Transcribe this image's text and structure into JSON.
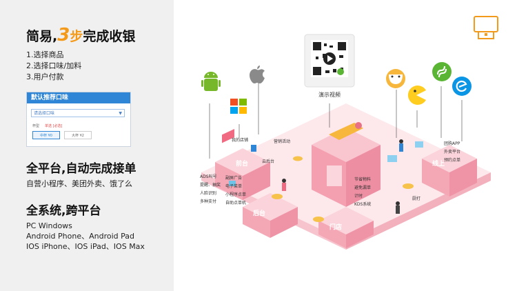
{
  "left": {
    "title1_prefix": "简易,",
    "title1_num": "3",
    "title1_unit": "步",
    "title1_suffix": "完成收银",
    "steps": [
      "1.选择商品",
      "2.选择口味/加料",
      "3.用户付款"
    ],
    "panel": {
      "title": "默认推荐口味",
      "select_placeholder": "请选择口味",
      "size_label": "杯型",
      "required_label": "单选 [必选]",
      "options": [
        "中杯 ¥0",
        "大杯 ¥2"
      ]
    },
    "title2": "全平台,自动完成接单",
    "sub2": "自营小程序、美团外卖、饿了么",
    "title3": "全系统,跨平台",
    "platforms": [
      "PC Windows",
      "Android Phone、Android Pad",
      "IOS iPhone、IOS iPad、IOS Max"
    ]
  },
  "illustration": {
    "qr_caption": "演示视频",
    "labels": {
      "my_store": "我的店铺",
      "marketing": "营销活动",
      "cloud_backend": "云后台",
      "ads_cluster": [
        "ADS叫号",
        "提醒、抽奖",
        "人脸识别",
        "多种支付"
      ],
      "screens": [
        "副屏广告",
        "电子菜单",
        "小程序点单",
        "自助点单机"
      ],
      "kitchen": [
        "节省物料",
        "避免漏单",
        "计时",
        "KDS系统"
      ],
      "print": "厨打",
      "apps": [
        "团购APP",
        "外卖平台",
        "预约点单"
      ],
      "front": "前台",
      "mid": "后台",
      "store": "门店",
      "online": "线上"
    },
    "icons": [
      "android-icon",
      "apple-icon",
      "windows-icon",
      "meituan-icon",
      "eleme-pacman-icon",
      "wechat-miniprogram-icon",
      "eleme-icon",
      "pos-register-icon"
    ],
    "colors": {
      "accent": "#f39a1a",
      "pink": "#f6a7b4",
      "blue": "#2f86d6",
      "green": "#5bb534"
    }
  }
}
